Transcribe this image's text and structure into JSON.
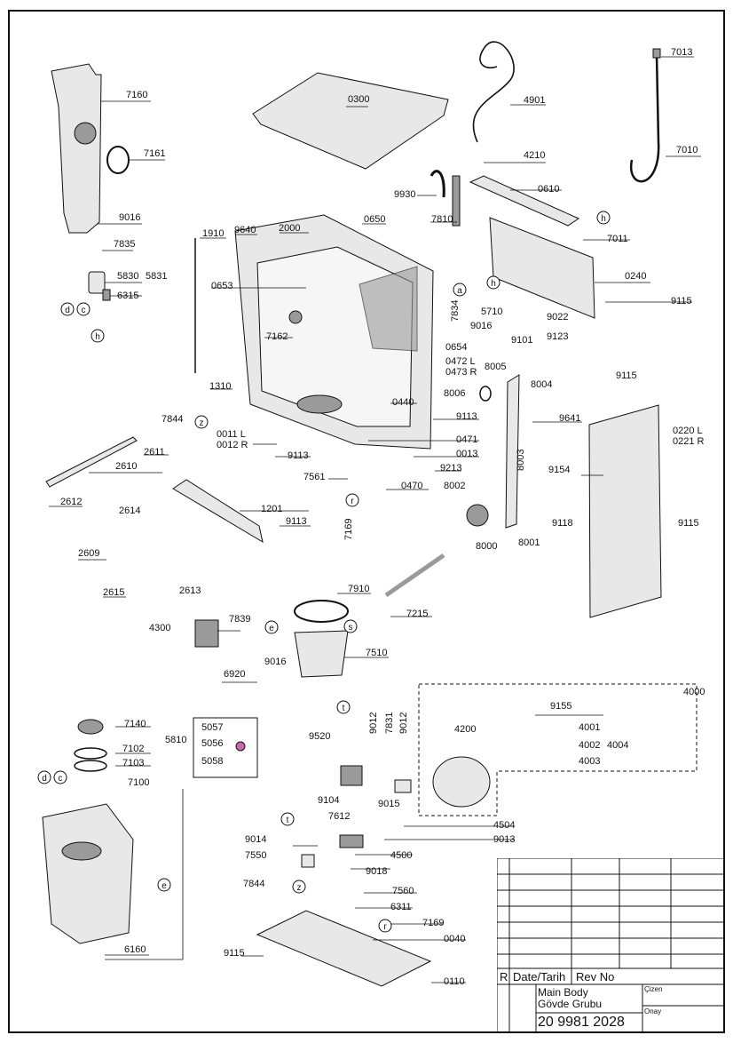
{
  "colors": {
    "line": "#111111",
    "part_fill": "#e8e8e8",
    "part_dark": "#9a9a9a",
    "accent_part": "#c76aa8"
  },
  "callouts": [
    {
      "id": "7160",
      "text": "7160"
    },
    {
      "id": "7161",
      "text": "7161"
    },
    {
      "id": "9016a",
      "text": "9016"
    },
    {
      "id": "7835",
      "text": "7835"
    },
    {
      "id": "5830",
      "text": "5830"
    },
    {
      "id": "5831",
      "text": "5831"
    },
    {
      "id": "6315",
      "text": "6315"
    },
    {
      "id": "0300",
      "text": "0300"
    },
    {
      "id": "4901",
      "text": "4901"
    },
    {
      "id": "7013",
      "text": "7013"
    },
    {
      "id": "7010",
      "text": "7010"
    },
    {
      "id": "4210",
      "text": "4210"
    },
    {
      "id": "0610",
      "text": "0610"
    },
    {
      "id": "9930",
      "text": "9930"
    },
    {
      "id": "7810",
      "text": "7810"
    },
    {
      "id": "7011",
      "text": "7011"
    },
    {
      "id": "0240",
      "text": "0240"
    },
    {
      "id": "9115a",
      "text": "9115"
    },
    {
      "id": "1910",
      "text": "1910"
    },
    {
      "id": "9640",
      "text": "9640"
    },
    {
      "id": "2000",
      "text": "2000"
    },
    {
      "id": "0650",
      "text": "0650"
    },
    {
      "id": "0653",
      "text": "0653"
    },
    {
      "id": "7162",
      "text": "7162"
    },
    {
      "id": "7834",
      "text": "7834"
    },
    {
      "id": "5710",
      "text": "5710"
    },
    {
      "id": "9016b",
      "text": "9016"
    },
    {
      "id": "9022",
      "text": "9022"
    },
    {
      "id": "9123",
      "text": "9123"
    },
    {
      "id": "9101",
      "text": "9101"
    },
    {
      "id": "0654",
      "text": "0654"
    },
    {
      "id": "0472",
      "text": "0472 L"
    },
    {
      "id": "0473",
      "text": "0473 R"
    },
    {
      "id": "8005",
      "text": "8005"
    },
    {
      "id": "8004",
      "text": "8004"
    },
    {
      "id": "8006",
      "text": "8006"
    },
    {
      "id": "1310",
      "text": "1310"
    },
    {
      "id": "0440",
      "text": "0440"
    },
    {
      "id": "9113a",
      "text": "9113"
    },
    {
      "id": "9641",
      "text": "9641"
    },
    {
      "id": "9115b",
      "text": "9115"
    },
    {
      "id": "0220",
      "text": "0220 L"
    },
    {
      "id": "0221",
      "text": "0221 R"
    },
    {
      "id": "7844a",
      "text": "7844"
    },
    {
      "id": "0011",
      "text": "0011 L"
    },
    {
      "id": "0012",
      "text": "0012 R"
    },
    {
      "id": "9113b",
      "text": "9113"
    },
    {
      "id": "0471",
      "text": "0471"
    },
    {
      "id": "0013",
      "text": "0013"
    },
    {
      "id": "9213",
      "text": "9213"
    },
    {
      "id": "8003",
      "text": "8003"
    },
    {
      "id": "9154",
      "text": "9154"
    },
    {
      "id": "2611",
      "text": "2611"
    },
    {
      "id": "2610",
      "text": "2610"
    },
    {
      "id": "7561",
      "text": "7561"
    },
    {
      "id": "0470",
      "text": "0470"
    },
    {
      "id": "8002",
      "text": "8002"
    },
    {
      "id": "2612",
      "text": "2612"
    },
    {
      "id": "1201",
      "text": "1201"
    },
    {
      "id": "9113c",
      "text": "9113"
    },
    {
      "id": "7169a",
      "text": "7169"
    },
    {
      "id": "2614",
      "text": "2614"
    },
    {
      "id": "9118",
      "text": "9118"
    },
    {
      "id": "9115c",
      "text": "9115"
    },
    {
      "id": "8000",
      "text": "8000"
    },
    {
      "id": "8001",
      "text": "8001"
    },
    {
      "id": "2609",
      "text": "2609"
    },
    {
      "id": "2615",
      "text": "2615"
    },
    {
      "id": "2613",
      "text": "2613"
    },
    {
      "id": "7910",
      "text": "7910"
    },
    {
      "id": "7215",
      "text": "7215"
    },
    {
      "id": "4300",
      "text": "4300"
    },
    {
      "id": "7839",
      "text": "7839"
    },
    {
      "id": "9016c",
      "text": "9016"
    },
    {
      "id": "7510",
      "text": "7510"
    },
    {
      "id": "6920",
      "text": "6920"
    },
    {
      "id": "4000",
      "text": "4000"
    },
    {
      "id": "9155",
      "text": "9155"
    },
    {
      "id": "4001",
      "text": "4001"
    },
    {
      "id": "4002",
      "text": "4002"
    },
    {
      "id": "4004",
      "text": "4004"
    },
    {
      "id": "4003",
      "text": "4003"
    },
    {
      "id": "7140",
      "text": "7140"
    },
    {
      "id": "5057",
      "text": "5057"
    },
    {
      "id": "5810",
      "text": "5810"
    },
    {
      "id": "5056",
      "text": "5056"
    },
    {
      "id": "7102",
      "text": "7102"
    },
    {
      "id": "7103",
      "text": "7103"
    },
    {
      "id": "5058",
      "text": "5058"
    },
    {
      "id": "9012a",
      "text": "9012"
    },
    {
      "id": "7831",
      "text": "7831"
    },
    {
      "id": "9012b",
      "text": "9012"
    },
    {
      "id": "4200",
      "text": "4200"
    },
    {
      "id": "9520",
      "text": "9520"
    },
    {
      "id": "7100",
      "text": "7100"
    },
    {
      "id": "9104",
      "text": "9104"
    },
    {
      "id": "9015",
      "text": "9015"
    },
    {
      "id": "7612",
      "text": "7612"
    },
    {
      "id": "4504",
      "text": "4504"
    },
    {
      "id": "9013",
      "text": "9013"
    },
    {
      "id": "9014",
      "text": "9014"
    },
    {
      "id": "4500",
      "text": "4500"
    },
    {
      "id": "7550",
      "text": "7550"
    },
    {
      "id": "9018",
      "text": "9018"
    },
    {
      "id": "7844b",
      "text": "7844"
    },
    {
      "id": "7560",
      "text": "7560"
    },
    {
      "id": "6311",
      "text": "6311"
    },
    {
      "id": "7169b",
      "text": "7169"
    },
    {
      "id": "0040",
      "text": "0040"
    },
    {
      "id": "6160",
      "text": "6160"
    },
    {
      "id": "9115d",
      "text": "9115"
    },
    {
      "id": "0110",
      "text": "0110"
    }
  ],
  "refs": [
    {
      "id": "d1",
      "text": "d"
    },
    {
      "id": "c1",
      "text": "c"
    },
    {
      "id": "h1",
      "text": "h"
    },
    {
      "id": "h2",
      "text": "h"
    },
    {
      "id": "a1",
      "text": "a"
    },
    {
      "id": "h3",
      "text": "h"
    },
    {
      "id": "z1",
      "text": "z"
    },
    {
      "id": "r1",
      "text": "r"
    },
    {
      "id": "s1",
      "text": "s"
    },
    {
      "id": "e1",
      "text": "e"
    },
    {
      "id": "t1",
      "text": "t"
    },
    {
      "id": "d2",
      "text": "d"
    },
    {
      "id": "c2",
      "text": "c"
    },
    {
      "id": "e2",
      "text": "e"
    },
    {
      "id": "t2",
      "text": "t"
    },
    {
      "id": "z2",
      "text": "z"
    },
    {
      "id": "r2",
      "text": "r"
    }
  ],
  "title_block": {
    "rev_mark": "R",
    "date_label": "Date/Tarih",
    "rev_label": "Rev No",
    "title_en": "Main Body",
    "title_tr": "Gövde Grubu",
    "drawn_label": "Çizen",
    "approved_label": "Onay",
    "part_number": "20 9981 2028"
  }
}
